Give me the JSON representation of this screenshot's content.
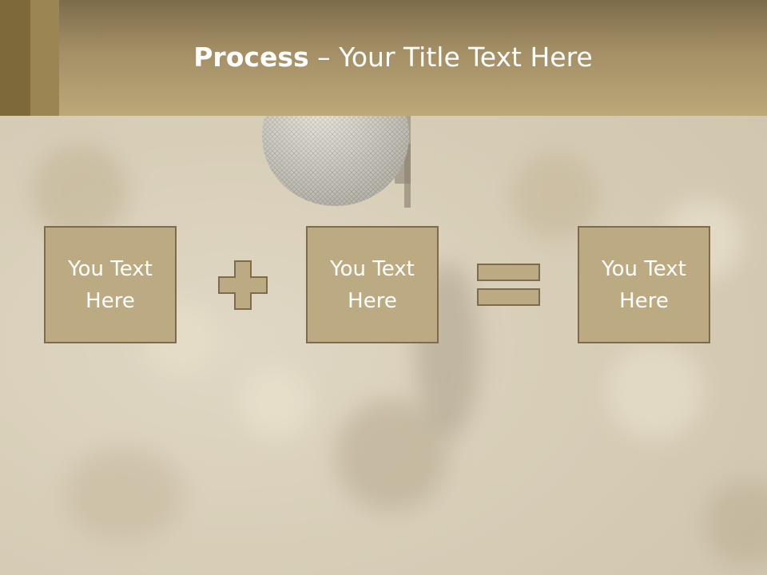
{
  "title": {
    "bold": "Process",
    "rest": " – Your Title Text Here"
  },
  "boxes": [
    {
      "text_line1": "You Text",
      "text_line2": "Here"
    },
    {
      "text_line1": "You Text",
      "text_line2": "Here"
    },
    {
      "text_line1": "You Text",
      "text_line2": "Here"
    }
  ],
  "colors": {
    "header": "#a48f66",
    "box_fill": "#bcaa83",
    "box_border": "#7d6c4b",
    "text": "#ffffff"
  },
  "icons": {
    "operator_1": "plus-icon",
    "operator_2": "equals-icon"
  }
}
